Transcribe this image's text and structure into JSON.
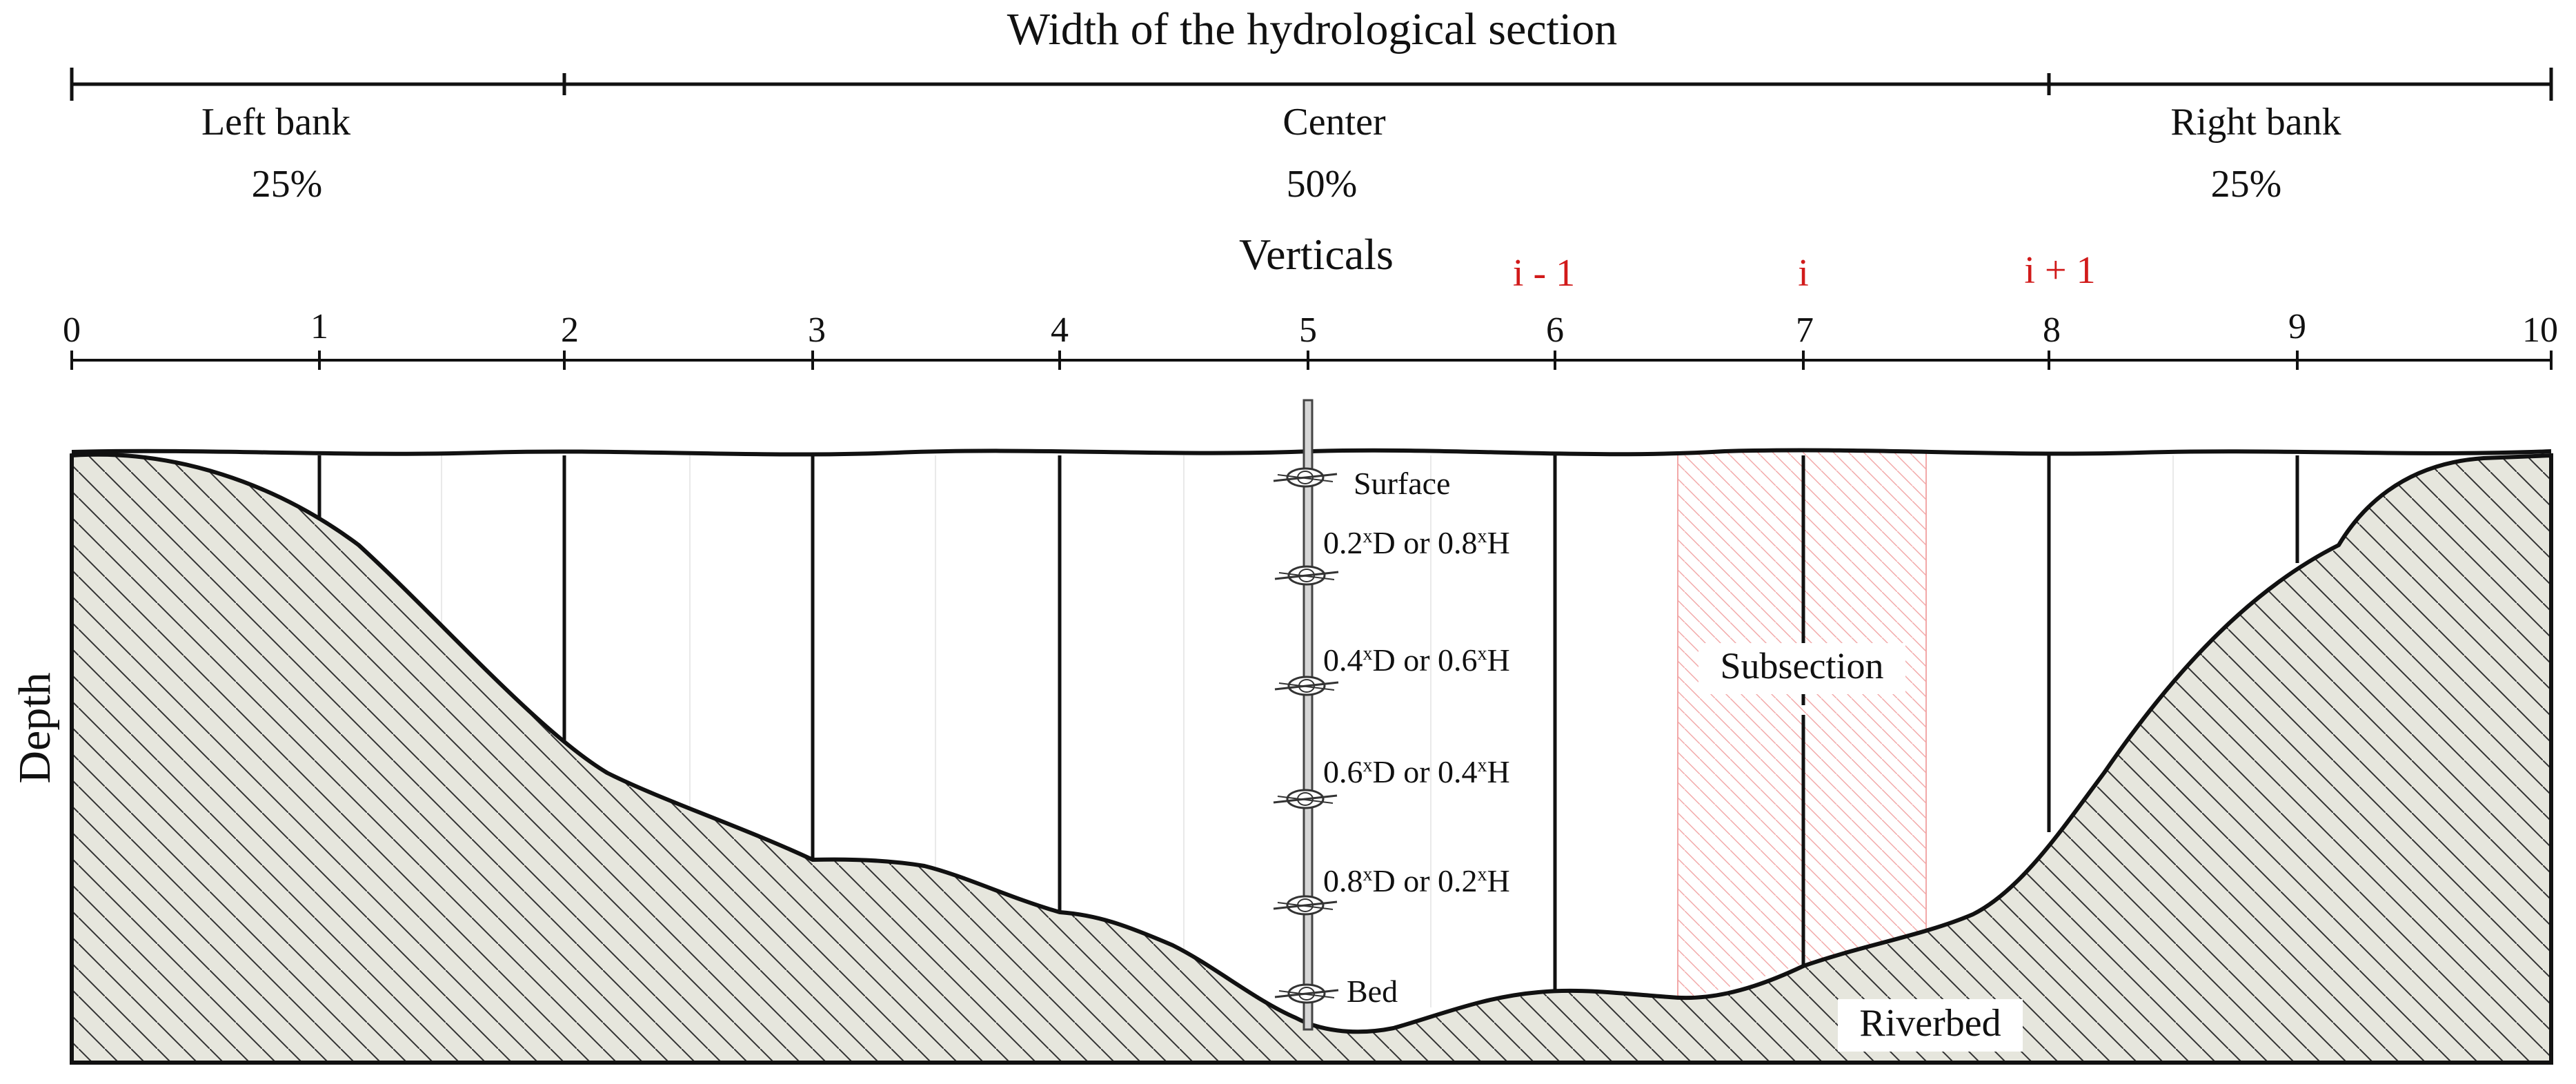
{
  "title": "Width of the hydrological section",
  "zones": [
    {
      "name": "Left bank",
      "pct": "25%"
    },
    {
      "name": "Center",
      "pct": "50%"
    },
    {
      "name": "Right bank",
      "pct": "25%"
    }
  ],
  "verticals_label": "Verticals",
  "ticks": [
    "0",
    "1",
    "2",
    "3",
    "4",
    "5",
    "6",
    "7",
    "8",
    "9",
    "10"
  ],
  "index_labels": {
    "prev": "i - 1",
    "cur": "i",
    "next": "i + 1"
  },
  "depth_label": "Depth",
  "points": [
    {
      "label": "Surface"
    },
    {
      "label": "0.2xD or 0.8xH",
      "pre": "0.2",
      "mid": "D or 0.8",
      "post": "H"
    },
    {
      "label": "0.4xD or 0.6xH",
      "pre": "0.4",
      "mid": "D or 0.6",
      "post": "H"
    },
    {
      "label": "0.6xD or 0.4xH",
      "pre": "0.6",
      "mid": "D or 0.4",
      "post": "H"
    },
    {
      "label": "0.8xD or 0.2xH",
      "pre": "0.8",
      "mid": "D or 0.2",
      "post": "H"
    },
    {
      "label": "Bed"
    }
  ],
  "superscript": "x",
  "subsection_label": "Subsection",
  "riverbed_label": "Riverbed",
  "colors": {
    "accent_red": "#d11a1a",
    "bed_fill": "#e6e6dd",
    "hatch": "#333333",
    "subsection_hatch": "#f2a8a8"
  }
}
